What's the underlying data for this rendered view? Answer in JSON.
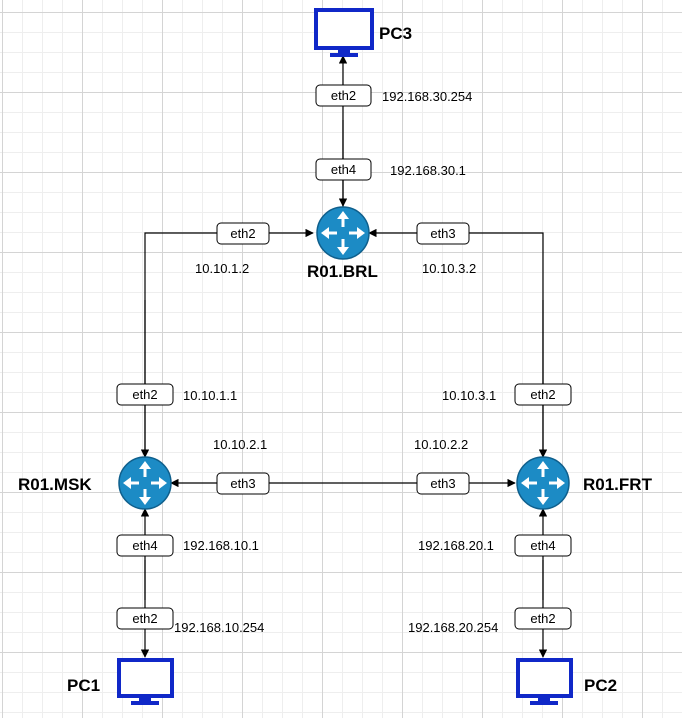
{
  "colors": {
    "router": "#1c8bc5",
    "router_stroke": "#0f5f8c",
    "pc": "#1028c8",
    "line": "#000000"
  },
  "nodes": {
    "pc3": {
      "label": "PC3",
      "icon": "monitor-icon"
    },
    "brl": {
      "label": "R01.BRL",
      "icon": "router-icon"
    },
    "msk": {
      "label": "R01.MSK",
      "icon": "router-icon"
    },
    "frt": {
      "label": "R01.FRT",
      "icon": "router-icon"
    },
    "pc1": {
      "label": "PC1",
      "icon": "monitor-icon"
    },
    "pc2": {
      "label": "PC2",
      "icon": "monitor-icon"
    }
  },
  "interfaces": {
    "pc3_eth2": {
      "name": "eth2",
      "ip": "192.168.30.254"
    },
    "brl_eth4": {
      "name": "eth4",
      "ip": "192.168.30.1"
    },
    "brl_eth2": {
      "name": "eth2",
      "ip": "10.10.1.2"
    },
    "brl_eth3": {
      "name": "eth3",
      "ip": "10.10.3.2"
    },
    "msk_eth2": {
      "name": "eth2",
      "ip": "10.10.1.1"
    },
    "frt_eth2": {
      "name": "eth2",
      "ip": "10.10.3.1"
    },
    "msk_eth3": {
      "name": "eth3",
      "ip": "10.10.2.1"
    },
    "frt_eth3": {
      "name": "eth3",
      "ip": "10.10.2.2"
    },
    "msk_eth4": {
      "name": "eth4",
      "ip": "192.168.10.1"
    },
    "pc1_eth2": {
      "name": "eth2",
      "ip": "192.168.10.254"
    },
    "frt_eth4": {
      "name": "eth4",
      "ip": "192.168.20.1"
    },
    "pc2_eth2": {
      "name": "eth2",
      "ip": "192.168.20.254"
    }
  }
}
